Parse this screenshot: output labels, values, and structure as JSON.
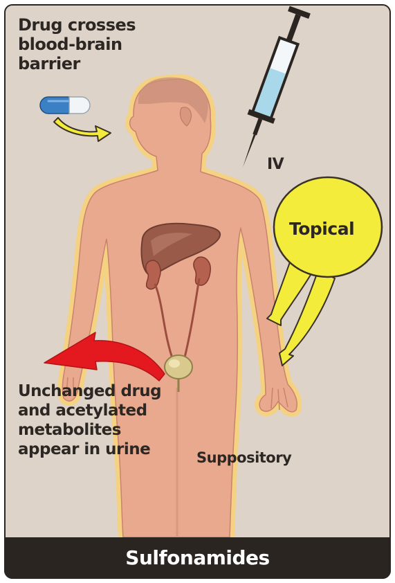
{
  "title": "Sulfonamides",
  "labels": {
    "blood_brain": "Drug crosses blood-brain barrier",
    "iv": "IV",
    "topical": "Topical",
    "urine": "Unchanged drug and acetylated metabolites appear in urine",
    "suppository": "Suppository"
  },
  "colors": {
    "panel_background": "#ddd3c9",
    "skin": "#e8a98f",
    "outline_glow": "#f6d27a",
    "liver": "#9a5a4a",
    "kidney": "#b5614f",
    "bladder": "#d9c98c",
    "arrow_red": "#e3191f",
    "arrow_yellow": "#f4ec3a",
    "syringe_fluid": "#a9d8ea",
    "capsule_blue": "#3b7fc4",
    "title_bar": "#2b2522"
  },
  "icons": [
    "capsule-icon",
    "syringe-icon"
  ]
}
